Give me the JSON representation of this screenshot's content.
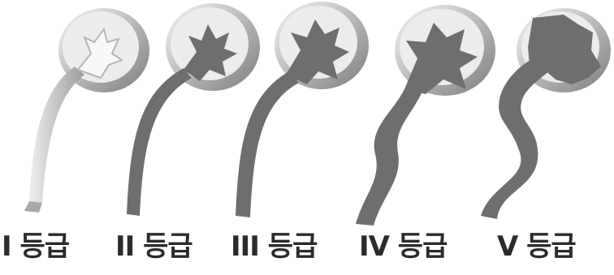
{
  "figure": {
    "stages": [
      {
        "label": "I 등급",
        "severity": 1
      },
      {
        "label": "II 등급",
        "severity": 2
      },
      {
        "label": "III 등급",
        "severity": 3
      },
      {
        "label": "IV 등급",
        "severity": 4
      },
      {
        "label": "V 등급",
        "severity": 5
      }
    ],
    "colors": {
      "kidney_fill": "#e9e9e9",
      "kidney_rim": "#8a8a8a",
      "urine": "#6e6e6e",
      "ureter_light": "#c9c9c9",
      "label": "#2b2b2b"
    }
  }
}
